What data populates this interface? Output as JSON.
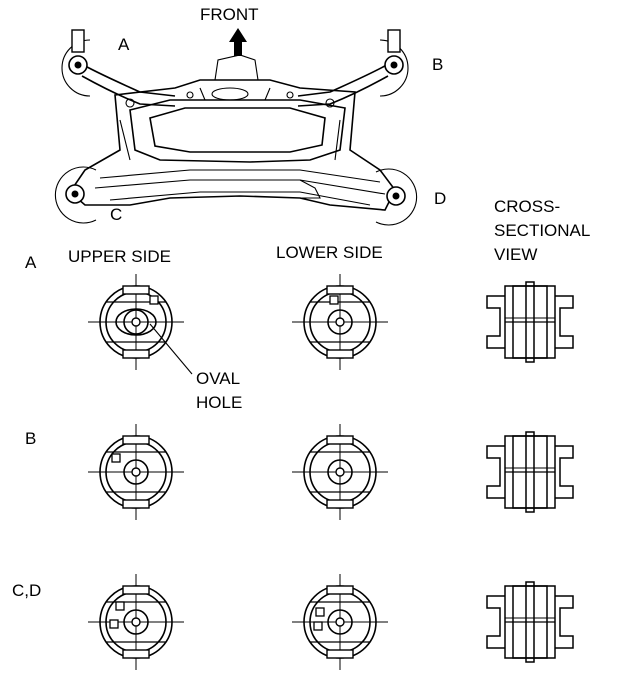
{
  "top": {
    "front": "FRONT",
    "markers": {
      "a": "A",
      "b": "B",
      "c": "C",
      "d": "D"
    }
  },
  "columns": {
    "upper": "UPPER SIDE",
    "lower": "LOWER SIDE",
    "cross_line1": "CROSS-",
    "cross_line2": "SECTIONAL",
    "cross_line3": "VIEW"
  },
  "rows": {
    "a": "A",
    "b": "B",
    "cd": "C,D"
  },
  "callout": {
    "line1": "OVAL",
    "line2": "HOLE"
  }
}
